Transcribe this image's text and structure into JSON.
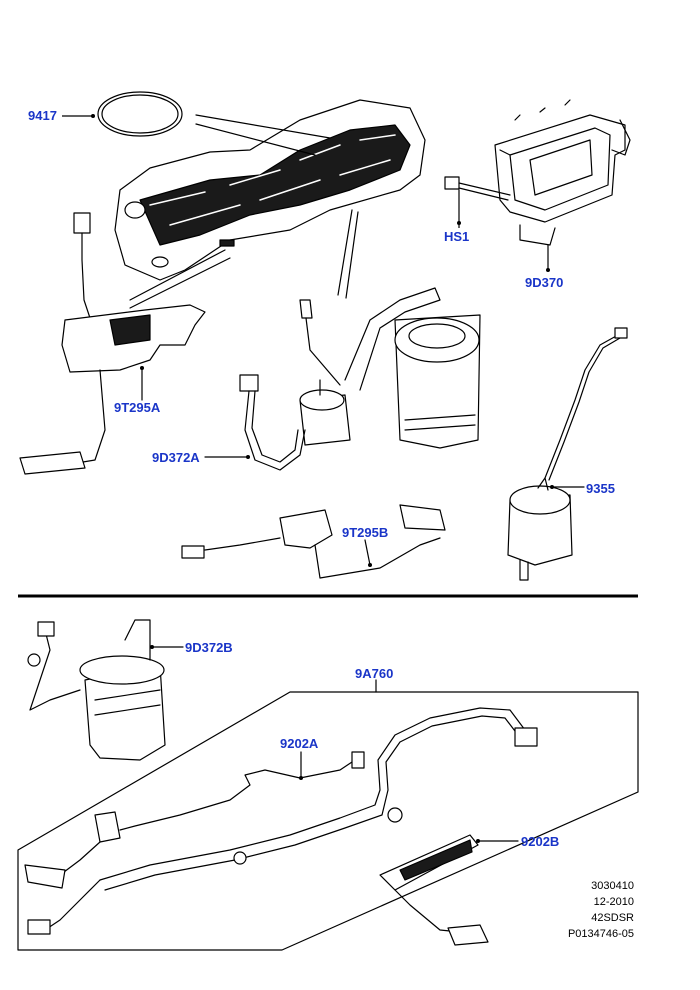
{
  "callouts": {
    "c9417": "9417",
    "cHS1": "HS1",
    "c9D370": "9D370",
    "c9T295A": "9T295A",
    "c9D372A": "9D372A",
    "c9355": "9355",
    "c9T295B": "9T295B",
    "c9D372B": "9D372B",
    "c9A760": "9A760",
    "c9202A": "9202A",
    "c9202B": "9202B"
  },
  "reference": {
    "line1": "3030410",
    "line2": "12-2010",
    "line3": "42SDSR",
    "line4": "P0134746-05"
  },
  "colors": {
    "callout": "#1a35c8",
    "line": "#000000",
    "part_fill": "#ffffff",
    "part_shade": "#1a1a1a"
  }
}
